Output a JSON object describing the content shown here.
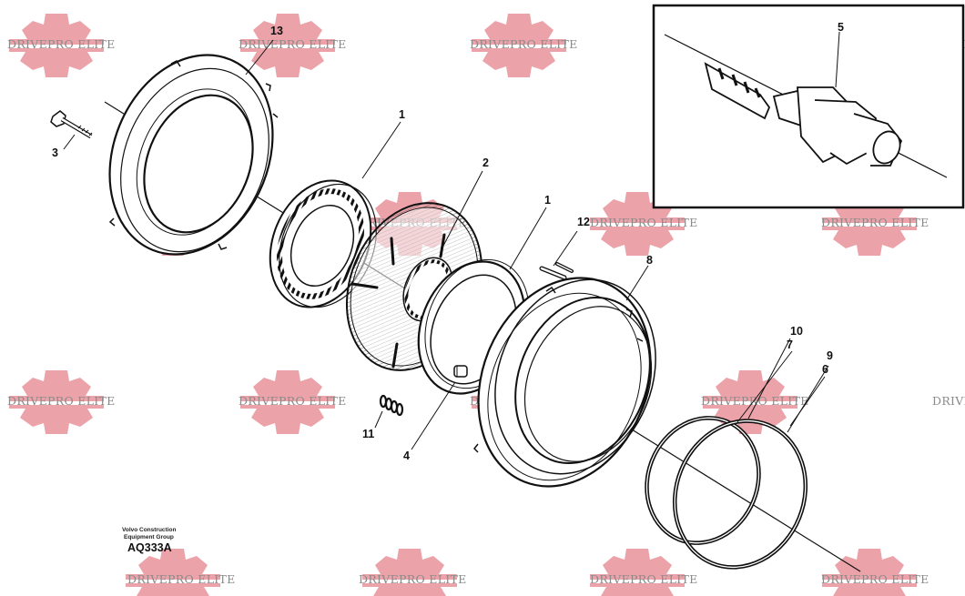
{
  "watermark": {
    "text": "DRIVEPRO ELITE",
    "color": "#e8929a"
  },
  "callouts": {
    "c1": "1",
    "c1b": "1",
    "c2": "2",
    "c3": "3",
    "c4": "4",
    "c5": "5",
    "c6": "6",
    "c7": "7",
    "c8": "8",
    "c9": "9",
    "c10": "10",
    "c11": "11",
    "c12": "12",
    "c13": "13"
  },
  "credit": {
    "line1": "Volvo Construction",
    "line2": "Equipment Group",
    "code": "AQ333A"
  },
  "colors": {
    "ink": "#111111",
    "watermark_gear": "#e8929a",
    "watermark_text": "#8a8a8a"
  }
}
